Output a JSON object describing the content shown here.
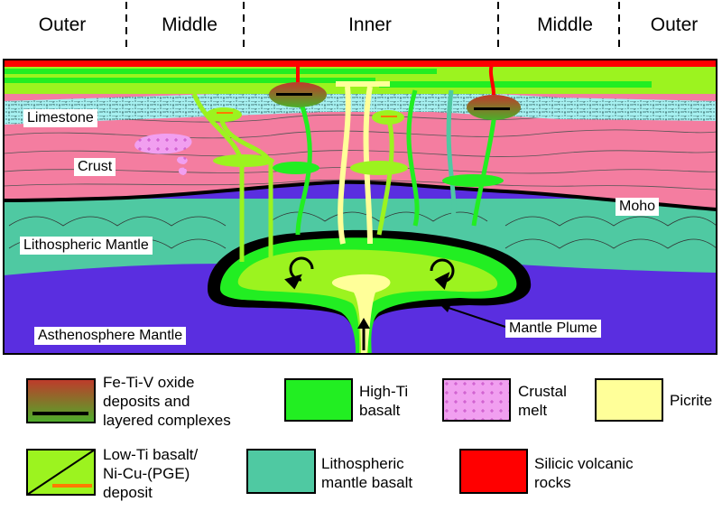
{
  "zones": [
    "Outer",
    "Middle",
    "Inner",
    "Middle",
    "Outer"
  ],
  "layers": {
    "limestone": "Limestone",
    "crust": "Crust",
    "moho": "Moho",
    "lithospheric_mantle": "Lithospheric Mantle",
    "asthenosphere_mantle": "Asthenosphere Mantle",
    "mantle_plume": "Mantle Plume"
  },
  "legend": [
    {
      "line1": "Fe-Ti-V oxide",
      "line2": "deposits and",
      "line3": "layered complexes",
      "swatch": "fe-ti-v-gradient"
    },
    {
      "line1": "High-Ti",
      "line2": "basalt",
      "color": "#22ee22"
    },
    {
      "line1": "Crustal",
      "line2": "melt",
      "color": "#f19ff0"
    },
    {
      "line1": "Picrite",
      "color": "#ffff99"
    },
    {
      "line1": "Low-Ti basalt/",
      "line2": "Ni-Cu-(PGE)",
      "line3": "deposit",
      "color": "#9cf31f"
    },
    {
      "line1": "Lithospheric",
      "line2": "mantle basalt",
      "color": "#4fc9a2"
    },
    {
      "line1": "Silicic volcanic",
      "line2": "rocks",
      "color": "#ff0000"
    }
  ],
  "colors": {
    "crust": "#f47da0",
    "lithospheric_mantle": "#4fc9a2",
    "asthenosphere": "#5a2ee0",
    "limestone": "#a6f0f0",
    "high_ti": "#22ee22",
    "low_ti": "#9cf31f",
    "picrite": "#ffff99",
    "silicic": "#ff0000",
    "crustal_melt": "#f19ff0"
  }
}
